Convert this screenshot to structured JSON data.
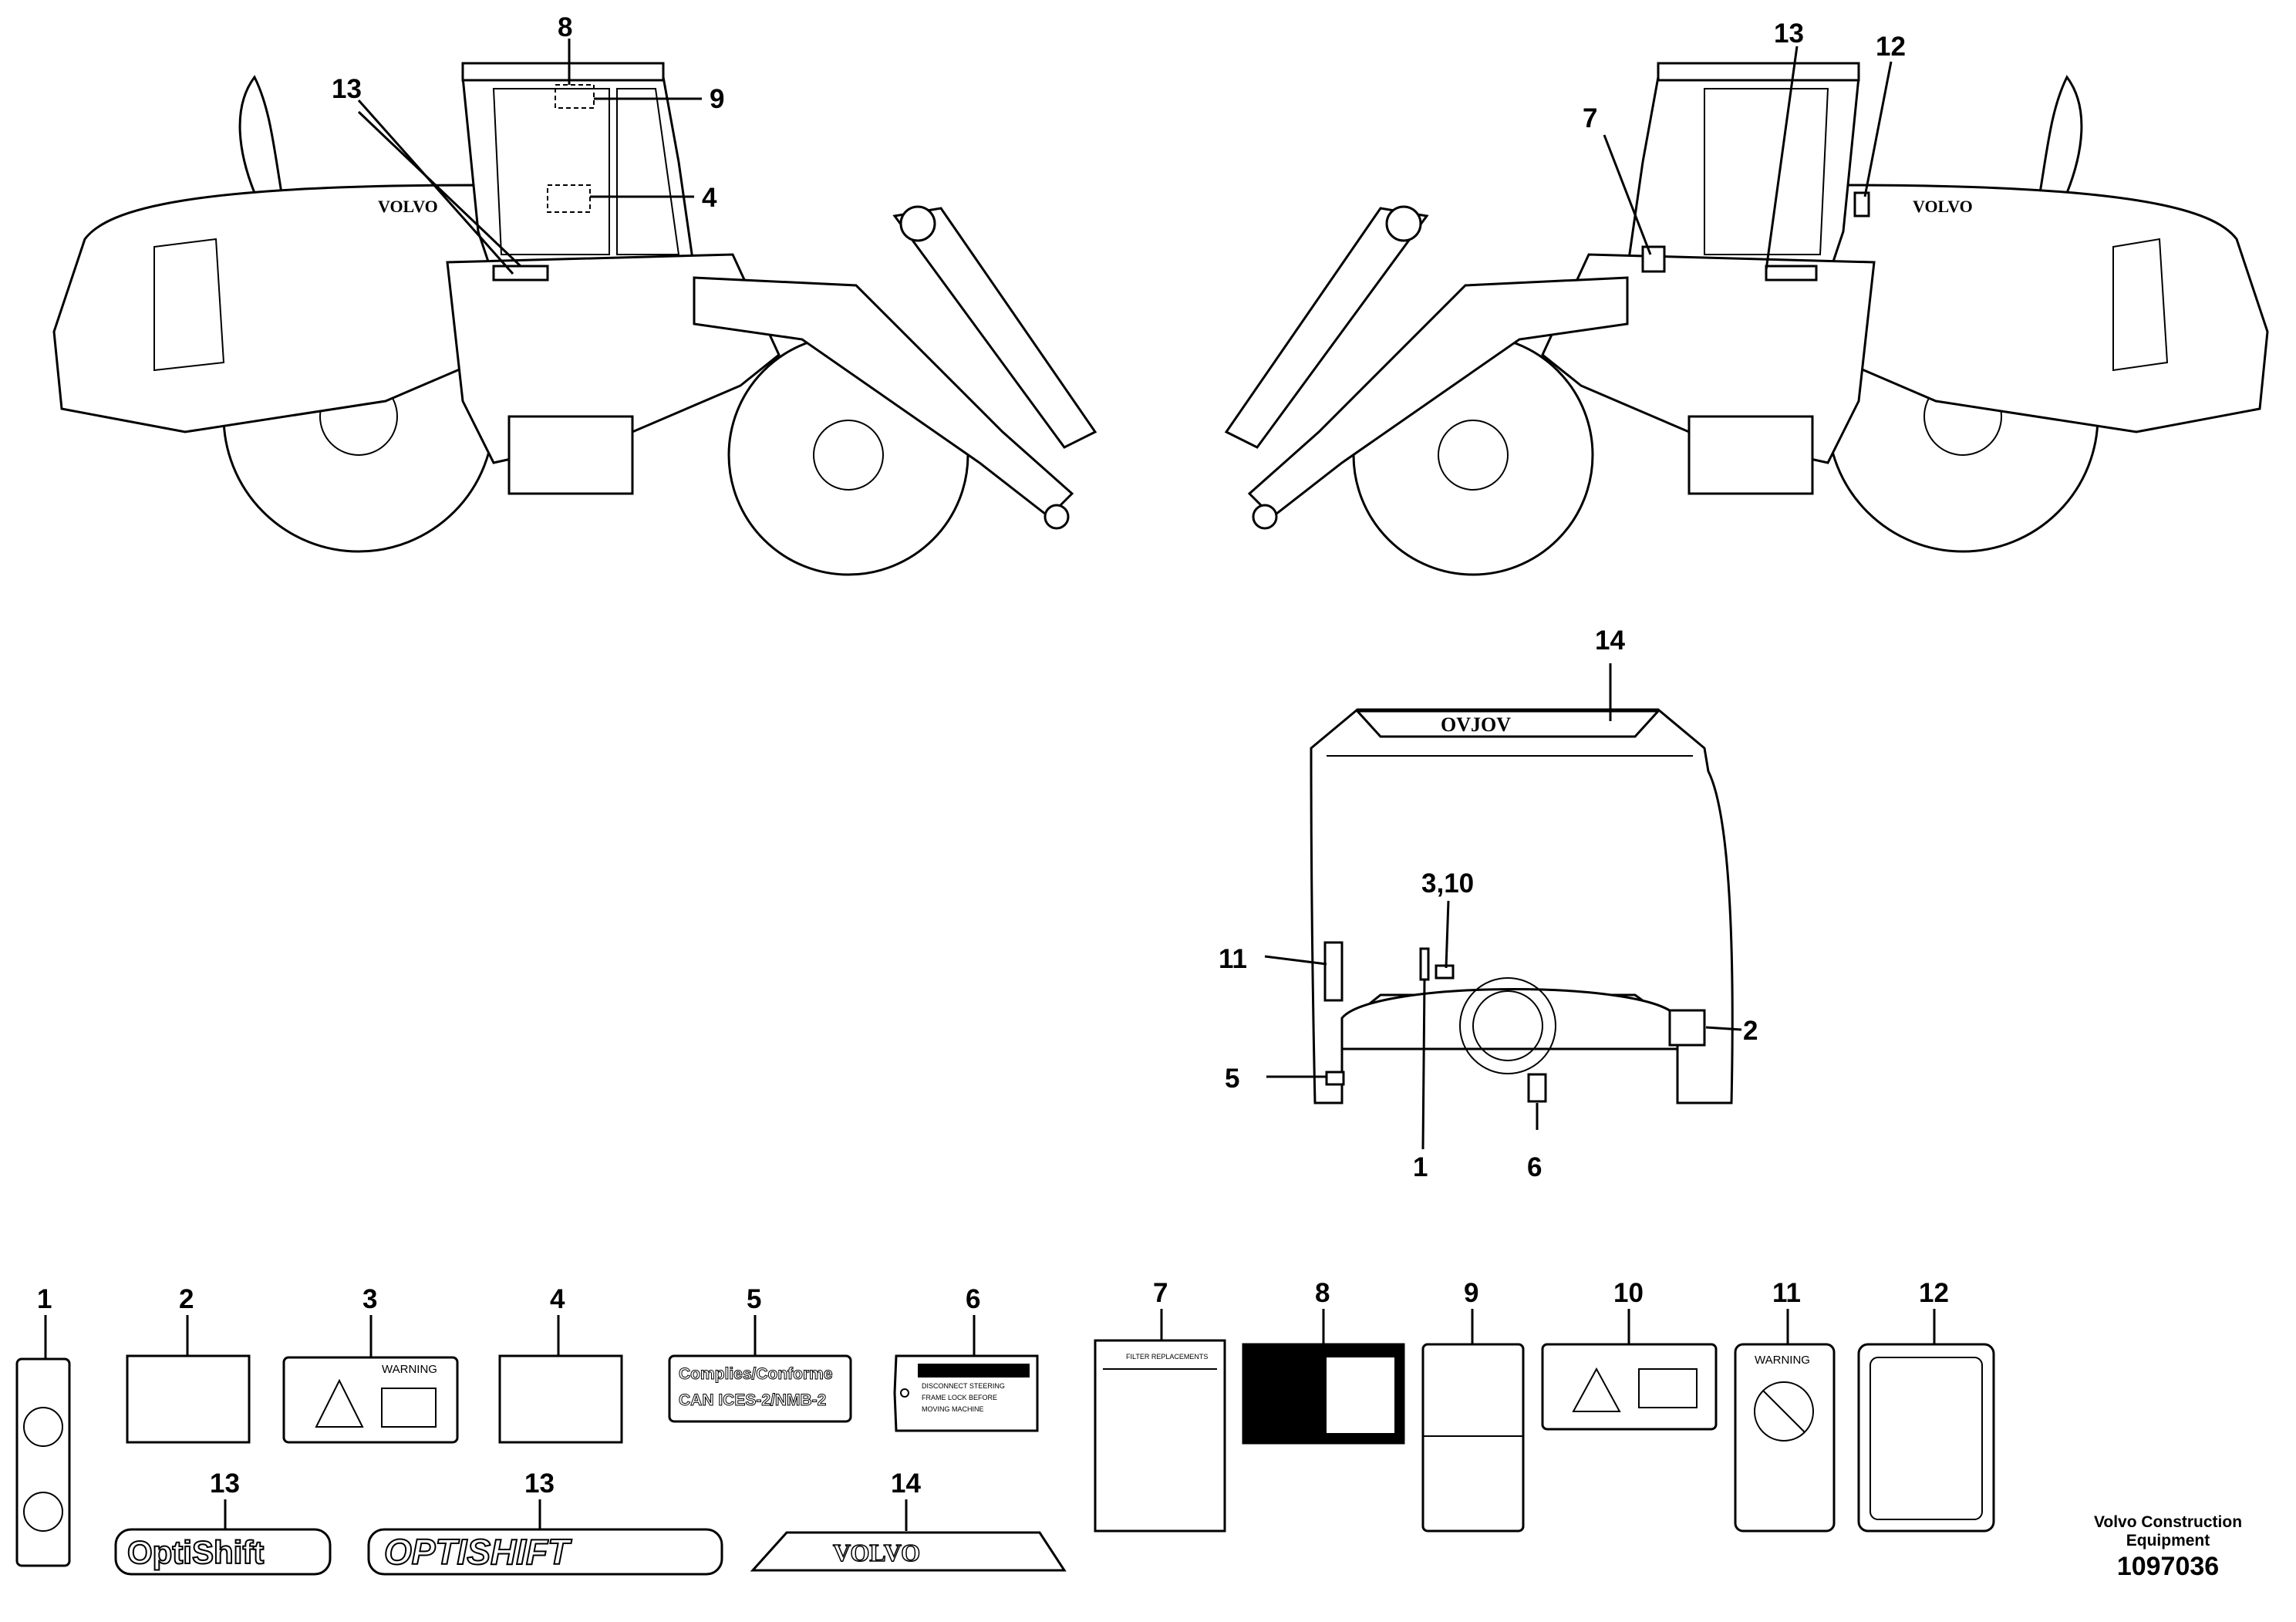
{
  "callouts": {
    "left_view": [
      "13",
      "8",
      "9",
      "4"
    ],
    "right_view": [
      "7",
      "13",
      "12"
    ],
    "front_view": [
      "14",
      "3,10",
      "11",
      "2",
      "5",
      "1",
      "6"
    ]
  },
  "brand": "VOLVO",
  "brand_mirrored": "OVJOV",
  "labels": [
    {
      "num": "1"
    },
    {
      "num": "2"
    },
    {
      "num": "3",
      "text": "WARNING"
    },
    {
      "num": "4"
    },
    {
      "num": "5",
      "line1": "Complies/Conforme",
      "line2": "CAN ICES-2/NMB-2"
    },
    {
      "num": "6",
      "line1": "DISCONNECT STEERING",
      "line2": "FRAME LOCK BEFORE",
      "line3": "MOVING MACHINE"
    },
    {
      "num": "7",
      "title": "FILTER REPLACEMENTS"
    },
    {
      "num": "8"
    },
    {
      "num": "9"
    },
    {
      "num": "10"
    },
    {
      "num": "11",
      "text": "WARNING"
    },
    {
      "num": "12"
    },
    {
      "num": "13",
      "text": "OptiShift"
    },
    {
      "num": "13",
      "text": "OPTISHIFT"
    },
    {
      "num": "14",
      "text": "VOLVO"
    }
  ],
  "footer": {
    "company_line1": "Volvo Construction",
    "company_line2": "Equipment",
    "drawing_number": "1097036"
  }
}
